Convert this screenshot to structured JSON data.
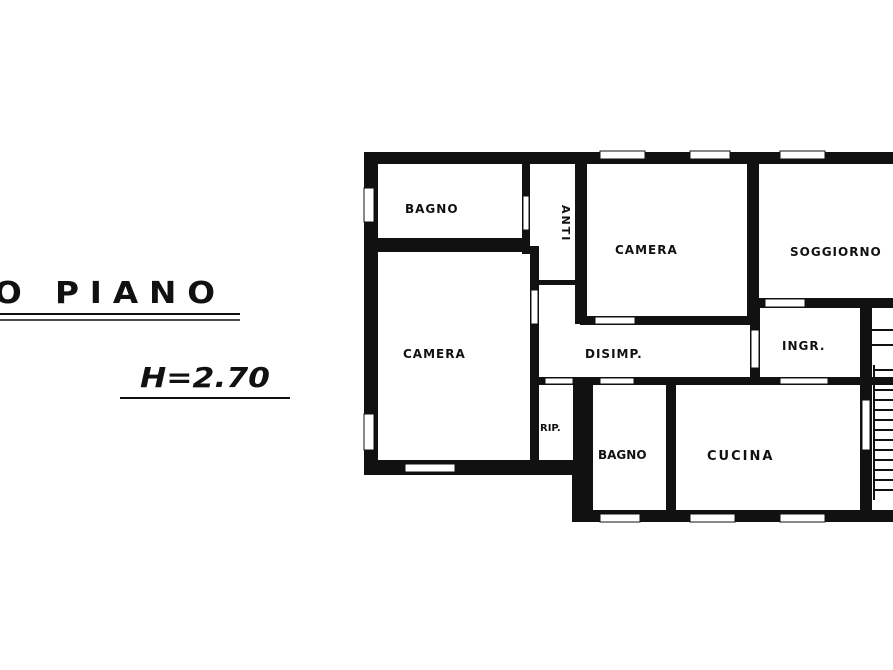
{
  "heading": {
    "floor_label": "O PIANO",
    "height_label": "H=2.70"
  },
  "rooms": {
    "bagno_top": "BAGNO",
    "anti": "ANTI",
    "camera_center": "CAMERA",
    "soggiorno": "SOGGIORNO",
    "camera_left": "CAMERA",
    "disimp": "DISIMP.",
    "ingr": "INGR.",
    "rip": "RIP.",
    "bagno_bottom": "BAGNO",
    "cucina": "CUCINA"
  },
  "colors": {
    "wall": "#111111",
    "paper": "#ffffff"
  }
}
